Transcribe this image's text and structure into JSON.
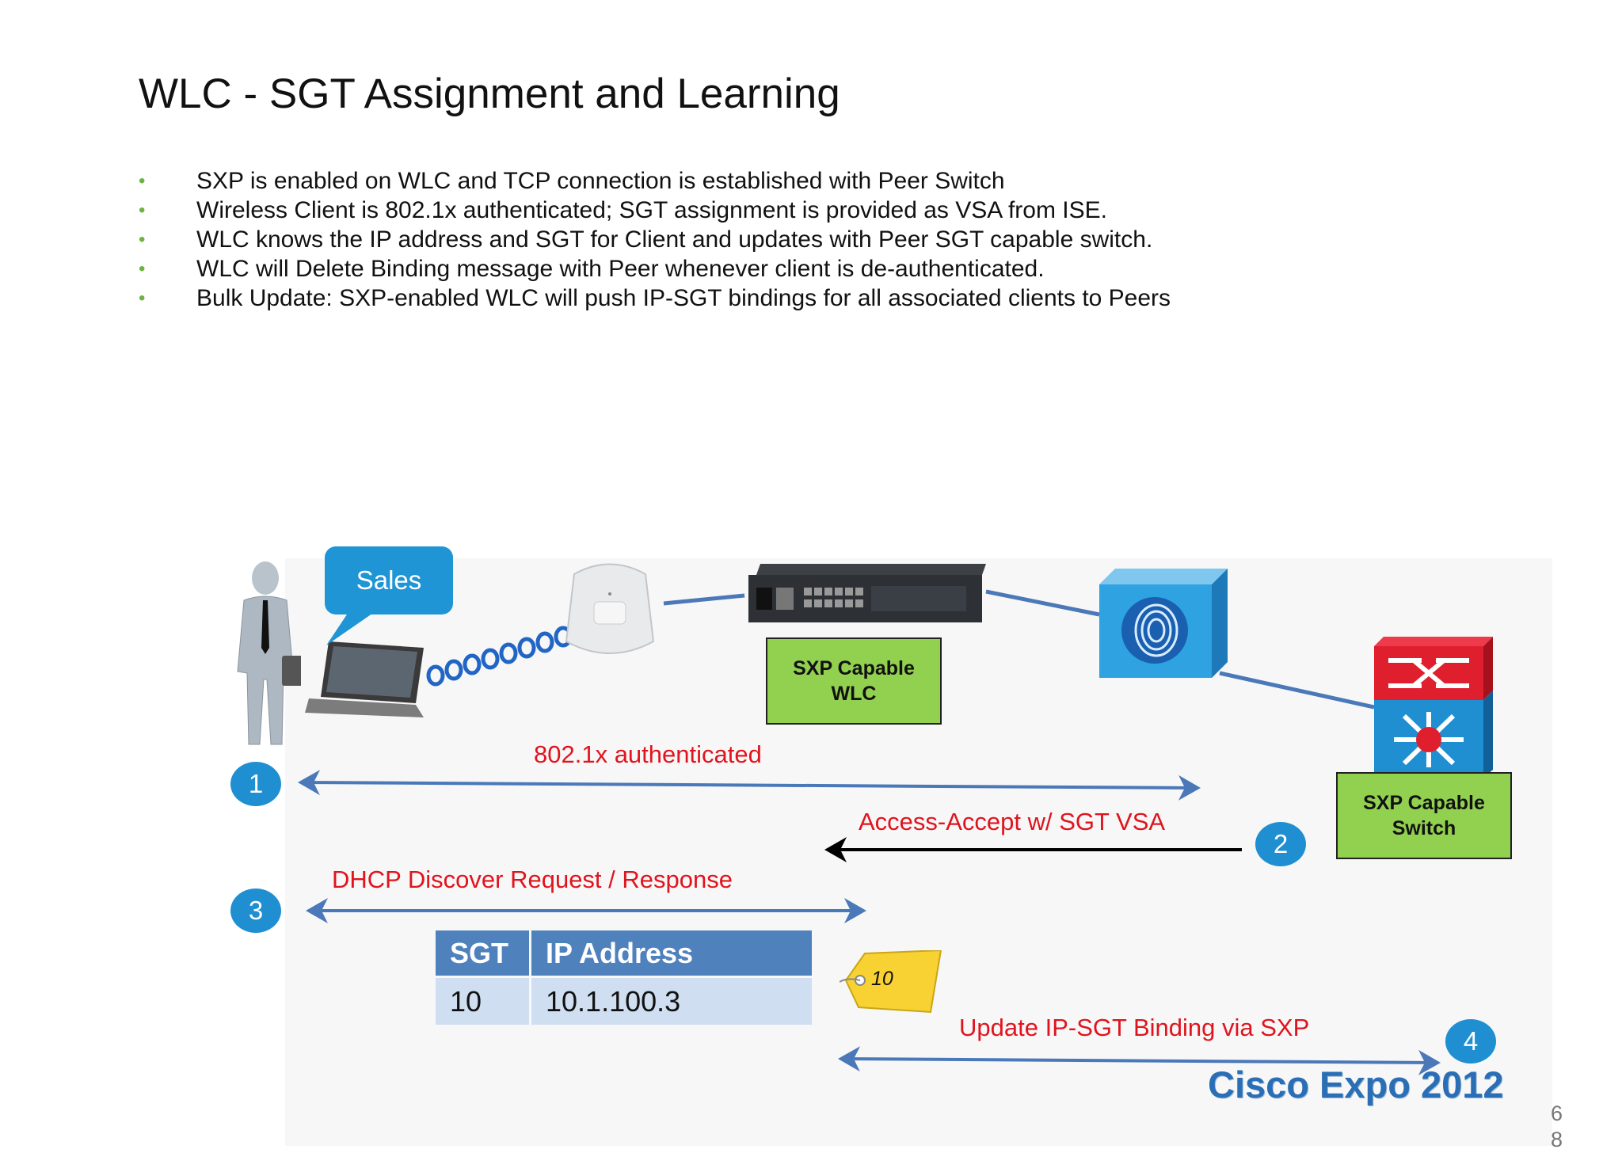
{
  "slide": {
    "title": "WLC - SGT Assignment and Learning",
    "bullet_symbol": "•",
    "bullets": [
      "SXP is enabled on WLC and TCP connection is established with Peer  Switch",
      "Wireless Client is 802.1x authenticated; SGT assignment is provided as VSA from ISE.",
      "WLC knows the IP address and SGT for Client and updates with Peer SGT capable switch.",
      "WLC  will Delete Binding message with Peer whenever client is de-authenticated.",
      "Bulk Update: SXP-enabled WLC will push IP-SGT bindings for all associated clients to Peers"
    ],
    "page_number": "68"
  },
  "diagram": {
    "bubble_label": "Sales",
    "wlc_label_line1": "SXP Capable",
    "wlc_label_line2": "WLC",
    "switch_label_line1": "SXP Capable",
    "switch_label_line2": "Switch",
    "steps": [
      "1",
      "2",
      "3",
      "4"
    ],
    "flows": {
      "step1": "802.1x authenticated",
      "step2": "Access-Accept w/ SGT VSA",
      "step3": "DHCP Discover Request / Response",
      "step4": "Update IP-SGT Binding via SXP"
    },
    "table": {
      "headers": [
        "SGT",
        "IP Address"
      ],
      "rows": [
        [
          "10",
          "10.1.100.3"
        ]
      ]
    },
    "tag_value": "10",
    "brand": "Cisco Expo 2012"
  },
  "icons": [
    "user-icon",
    "laptop-icon",
    "wireless-signal-icon",
    "access-point-icon",
    "wlc-appliance-icon",
    "ise-fingerprint-icon",
    "switch-icon",
    "tag-icon"
  ],
  "colors": {
    "accent_blue": "#1f95d6",
    "label_green": "#92d050",
    "flow_red": "#e0141e",
    "bullet_green": "#6cb33f",
    "table_header": "#4f81bd",
    "table_cell": "#cfdef0"
  }
}
